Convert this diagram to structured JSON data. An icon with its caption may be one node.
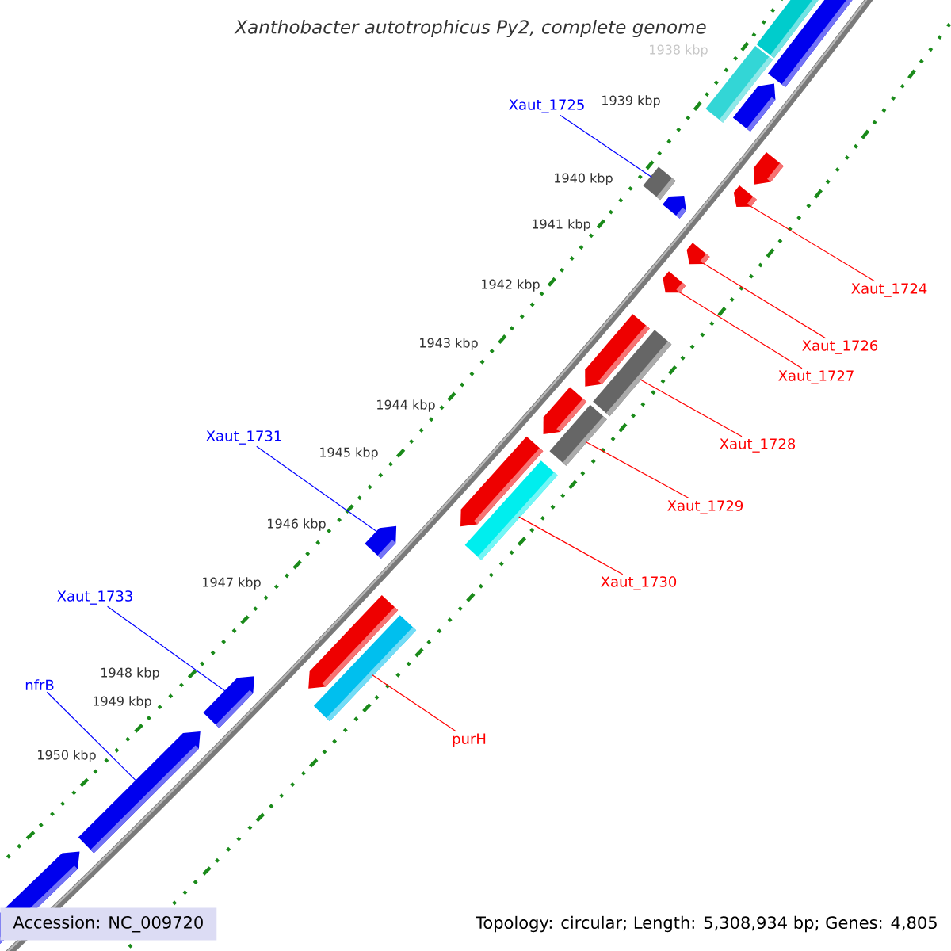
{
  "diagram": {
    "title": "Xanthobacter autotrophicus Py2, complete genome",
    "nodes": [
      {
        "text": [
          "Xaut_1725"
        ]
      },
      {
        "text": [
          "Xaut_1724"
        ]
      },
      {
        "text": [
          "Xaut_1726"
        ]
      },
      {
        "text": [
          "Xaut_1727"
        ]
      },
      {
        "text": [
          "Xaut_1731"
        ]
      },
      {
        "text": [
          "Xaut_1728"
        ]
      },
      {
        "text": [
          "Xaut_1729"
        ]
      },
      {
        "text": [
          "Xaut_1730"
        ]
      },
      {
        "text": [
          "Xaut_1733"
        ]
      },
      {
        "text": [
          "nfrB"
        ]
      },
      {
        "text": [
          "purH"
        ]
      },
      {
        "text": [],
        "shape": "box"
      },
      {
        "text": [],
        "shape": "pentagon"
      },
      {
        "text": [],
        "shape": "box"
      },
      {
        "text": [],
        "shape": "pentagon"
      },
      {
        "text": [],
        "shape": "pentagon"
      },
      {
        "text": [],
        "shape": "box"
      },
      {
        "text": [],
        "shape": "pentagon"
      },
      {
        "text": [],
        "shape": "pentagon"
      },
      {
        "text": [],
        "shape": "pentagon"
      },
      {
        "text": [],
        "shape": "pentagon"
      },
      {
        "text": [],
        "shape": "pentagon"
      },
      {
        "text": [],
        "shape": "box"
      },
      {
        "text": [],
        "shape": "pentagon"
      },
      {
        "text": [],
        "shape": "box"
      },
      {
        "text": [],
        "shape": "pentagon"
      },
      {
        "text": [],
        "shape": "box"
      },
      {
        "text": [],
        "shape": "pentagon"
      },
      {
        "text": [],
        "shape": "pentagon"
      },
      {
        "text": [],
        "shape": "box"
      },
      {
        "text": [],
        "shape": "pentagon"
      },
      {
        "text": [],
        "shape": "pentagon"
      },
      {
        "text": [],
        "shape": "pentagon"
      }
    ],
    "edges": [
      {
        "from": 0,
        "to": 16,
        "arrow": "none",
        "color": "#0000ff"
      },
      {
        "from": 1,
        "to": 17,
        "arrow": "none"
      },
      {
        "from": 2,
        "to": 19,
        "arrow": "none"
      },
      {
        "from": 3,
        "to": 20,
        "arrow": "none"
      },
      {
        "from": 4,
        "to": 27,
        "arrow": "none",
        "color": "#0000ff"
      },
      {
        "from": 5,
        "to": 22,
        "arrow": "none"
      },
      {
        "from": 6,
        "to": 24,
        "arrow": "none"
      },
      {
        "from": 7,
        "to": 26,
        "arrow": "none"
      },
      {
        "from": 8,
        "to": 30,
        "arrow": "none",
        "color": "#0000ff"
      },
      {
        "from": 9,
        "to": 31,
        "arrow": "none",
        "color": "#0000ff"
      },
      {
        "from": 10,
        "to": 29,
        "arrow": "none"
      }
    ],
    "labels": [
      "1938 kbp",
      "1939 kbp",
      "1940 kbp",
      "1941 kbp",
      "1942 kbp",
      "1943 kbp",
      "1944 kbp",
      "1945 kbp",
      "1946 kbp",
      "1947 kbp",
      "1948 kbp",
      "1949 kbp",
      "1950 kbp",
      "Accession: NC_009720",
      "Topology: circular; Length: 5,308,934 bp; Genes: 4,805"
    ]
  }
}
